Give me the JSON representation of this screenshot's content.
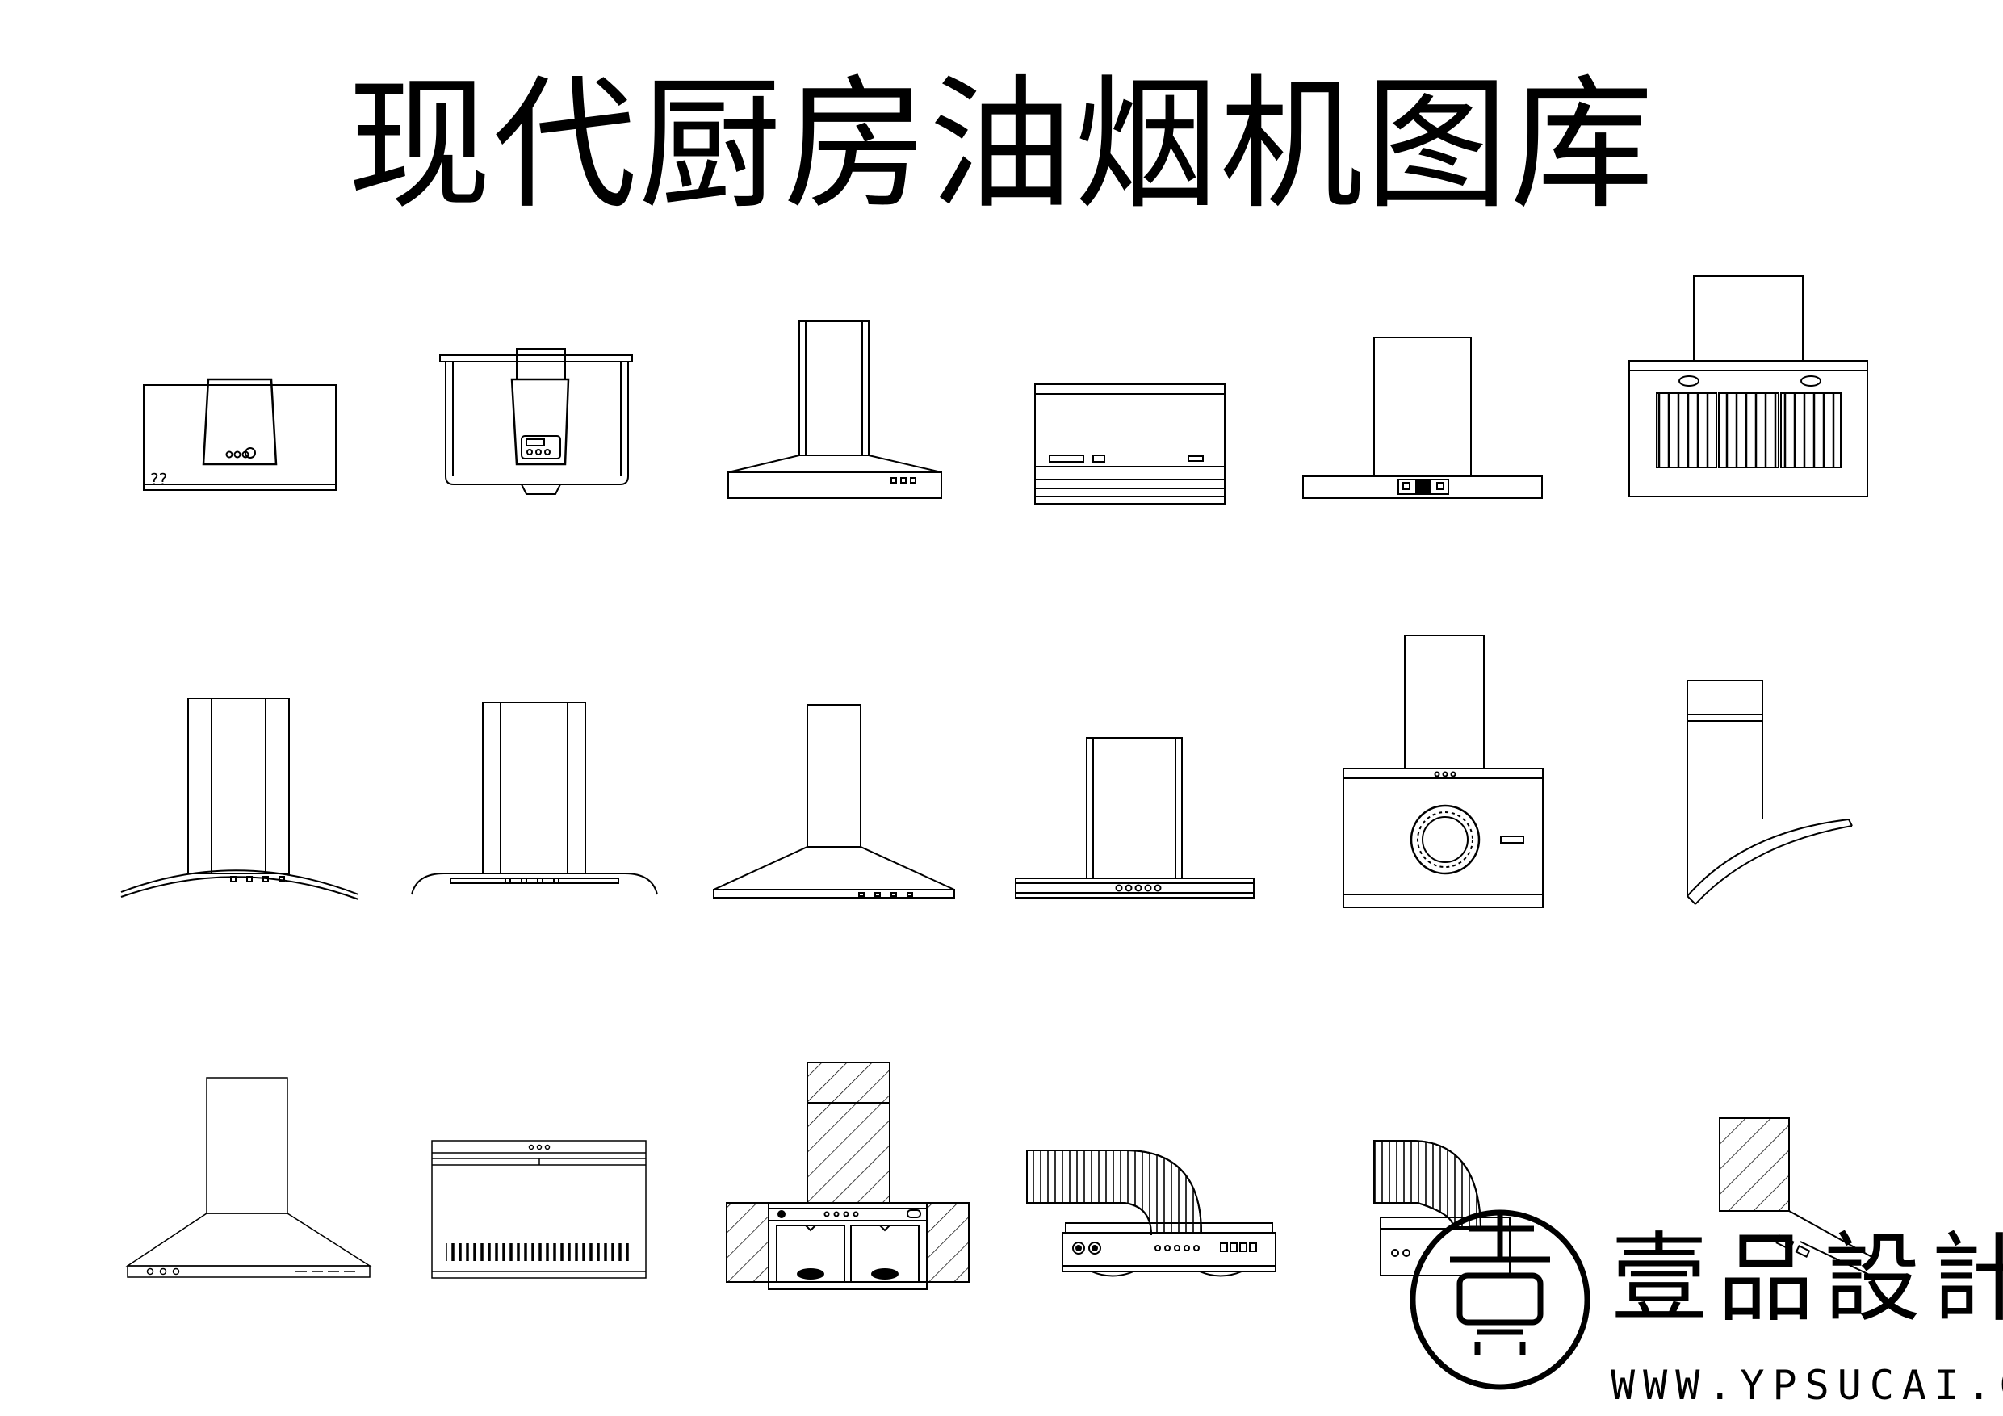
{
  "title": "现代厨房油烟机图库",
  "hood_1_label": "??",
  "brand": {
    "name": "壹品設計",
    "url": "WWW.YPSUCAI.COM"
  },
  "colors": {
    "line": "#000000",
    "hatch": "#000000",
    "background": "#ffffff"
  }
}
